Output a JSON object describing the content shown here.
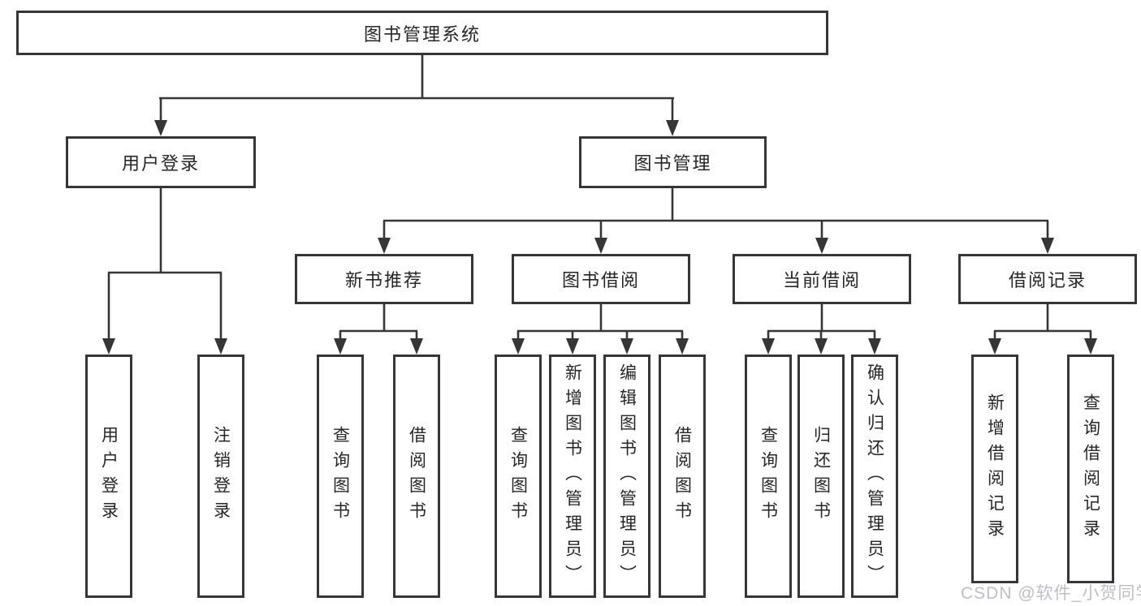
{
  "nodes": {
    "root": {
      "label": "图书管理系统"
    },
    "level2": [
      {
        "label": "用户登录"
      },
      {
        "label": "图书管理"
      }
    ],
    "level3": [
      {
        "label": "新书推荐",
        "parent": "图书管理"
      },
      {
        "label": "图书借阅",
        "parent": "图书管理"
      },
      {
        "label": "当前借阅",
        "parent": "图书管理"
      },
      {
        "label": "借阅记录",
        "parent": "图书管理"
      }
    ],
    "leaves": [
      {
        "label": "用户登录",
        "parent": "用户登录"
      },
      {
        "label": "注销登录",
        "parent": "用户登录"
      },
      {
        "label": "查询图书",
        "parent": "新书推荐"
      },
      {
        "label": "借阅图书",
        "parent": "新书推荐"
      },
      {
        "label": "查询图书",
        "parent": "图书借阅"
      },
      {
        "label": "新增图书（管理员）",
        "parent": "图书借阅"
      },
      {
        "label": "编辑图书（管理员）",
        "parent": "图书借阅"
      },
      {
        "label": "借阅图书",
        "parent": "图书借阅"
      },
      {
        "label": "查询图书",
        "parent": "当前借阅"
      },
      {
        "label": "归还图书",
        "parent": "当前借阅"
      },
      {
        "label": "确认归还（管理员）",
        "parent": "当前借阅"
      },
      {
        "label": "新增借阅记录",
        "parent": "借阅记录"
      },
      {
        "label": "查询借阅记录",
        "parent": "借阅记录"
      }
    ]
  },
  "watermark": {
    "text": "CSDN @软件_小贺同学"
  },
  "colors": {
    "line": "#363636",
    "text": "#262626",
    "background": "#ffffff",
    "watermark": "#bcbfc6"
  }
}
